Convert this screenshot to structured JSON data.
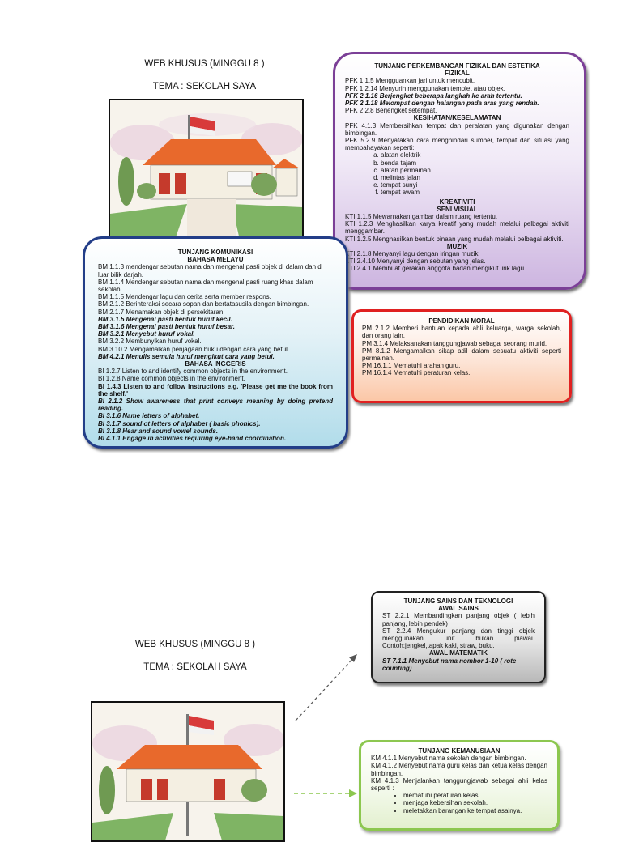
{
  "top": {
    "web_title": "WEB KHUSUS (MINGGU 8 )",
    "tema": "TEMA : SEKOLAH SAYA"
  },
  "bottom": {
    "web_title": "WEB KHUSUS (MINGGU 8 )",
    "tema": "TEMA : SEKOLAH SAYA"
  },
  "fizikal": {
    "heading1": "TUNJANG PERKEMBANGAN FIZIKAL DAN ESTETIKA",
    "heading2": "FIZIKAL",
    "l1": "PFK 1.1.5 Mengguankan jari untuk mencubit.",
    "l2": "PFK 1.2.14 Menyurih menggunakan templet atau objek.",
    "l3": "PFK 2.1.16 Berjengket beberapa langkah ke arah tertentu.",
    "l4": "PFK 2.1.18 Melompat dengan halangan pada aras yang rendah.",
    "l5": "PFK 2.2.8 Berjengket setempat.",
    "sub1": "KESIHATAN/KESELAMATAN",
    "l6": "PFK 4.1.3 Membersihkan tempat dan peralatan yang digunakan dengan bimbingan.",
    "l7": "PFK 5.2.9 Menyatakan cara menghindari sumber, tempat dan situasi yang membahayakan seperti:",
    "list": [
      "alatan elektrik",
      "benda tajam",
      "alatan permainan",
      "melintas jalan",
      "tempat sunyi",
      "tempat awam"
    ],
    "sub2": "KREATIVITI",
    "sub3": "SENI VISUAL",
    "l8": "KTI 1.1.5 Mewarnakan gambar dalam ruang tertentu.",
    "l9": "KTI 1.2.3 Menghasilkan karya kreatif yang mudah melalui pelbagai aktiviti menggambar.",
    "l10": "KTI 1.2.5 Menghasilkan bentuk binaan yang mudah melalui pelbagai aktiviti.",
    "sub4": "MUZIK",
    "l11": "KTI 2.1.8 Menyanyi lagu dengan iringan muzik.",
    "l12": "KTI 2.4.10 Menyanyi dengan sebutan yang jelas.",
    "l13": "KTI 2.4.1 Membuat gerakan anggota badan mengikut lirik lagu."
  },
  "komunikasi": {
    "heading1": "TUNJANG KOMUNIKASI",
    "heading2": "BAHASA MELAYU",
    "l1": "BM 1.1.3 mendengar sebutan nama dan mengenal pasti objek di dalam dan di luar bilik darjah.",
    "l2": "BM 1.1.4 Mendengar sebutan nama dan mengenal pasti ruang khas dalam sekolah.",
    "l3": "BM 1.1.5 Mendengar lagu dan cerita serta member respons.",
    "l4": "BM 2.1.2 Berinteraksi secara sopan dan bertatasusila dengan bimbingan.",
    "l5": "BM 2.1.7 Menamakan objek di persekitaran.",
    "l6": "BM 3.1.5 Mengenal pasti bentuk huruf kecil.",
    "l7": "BM 3.1.6 Mengenal pasti bentuk huruf besar.",
    "l8": "BM 3.2.1 Menyebut huruf vokal.",
    "l9": "BM 3.2.2 Membunyikan huruf vokal.",
    "l10": "BM 3.10.2 Mengamalkan penjagaan buku dengan cara yang betul.",
    "l11": "BM 4.2.1 Menulis semula huruf mengikut cara yang betul.",
    "heading3": "BAHASA INGGERIS",
    "l12": "BI 1.2.7 Listen to and identify common objects in the environment.",
    "l13": "BI 1.2.8 Name common objects in the environment.",
    "l14": "BI 1.4.3 Listen to and follow instructions e.g. 'Please get me the book from the shelf.'",
    "l15": "BI 2.1.2 Show awareness that print conveys meaning by doing pretend reading.",
    "l16": "BI 3.1.6 Name letters of alphabet.",
    "l17": "BI 3.1.7 sound ot letters of alphabet ( basic phonics).",
    "l18": "BI 3.1.8 Hear and sound vowel sounds.",
    "l19": "BI 4.1.1 Engage in activities requiring eye-hand coordination."
  },
  "moral": {
    "heading": "PENDIDIKAN MORAL",
    "l1": "PM 2.1.2 Memberi bantuan kepada ahli keluarga, warga sekolah, dan orang lain.",
    "l2": "PM 3.1.4 Melaksanakan tanggungjawab sebagai seorang murid.",
    "l3": "PM 8.1.2 Mengamalkan sikap adil dalam sesuatu aktiviti seperti permainan.",
    "l4": "PM 16.1.1 Mematuhi arahan guru.",
    "l5": "PM 16.1.4 Mematuhi peraturan kelas."
  },
  "sains": {
    "heading1": "TUNJANG SAINS DAN TEKNOLOGI",
    "heading2": "AWAL SAINS",
    "l1": "ST 2.2.1 Membandingkan panjang objek ( lebih panjang, lebih pendek)",
    "l2": "ST 2.2.4 Mengukur panjang dan tinggi objek menggunakan unit bukan piawai. Contoh:jengkel,tapak kaki, straw, buku.",
    "heading3": "AWAL MATEMATIK",
    "l3": "ST 7.1.1 Menyebut nama nombor 1-10 ( rote counting)"
  },
  "kemanusiaan": {
    "heading": "TUNJANG KEMANUSIAAN",
    "l1": "KM 4.1.1 Menyebut nama sekolah dengan bimbingan.",
    "l2": "KM 4.1.2 Menyebut nama guru kelas dan ketua kelas dengan bimbingan.",
    "l3": "KM 4.1.3 Menjalankan tanggungjawab sebagai ahli kelas seperti :",
    "list": [
      "mematuhi peraturan kelas.",
      "menjaga kebersihan sekolah.",
      "meletakkan barangan ke tempat asalnya."
    ]
  },
  "colors": {
    "fizikal_border": "#7b3f97",
    "komunikasi_border": "#233e88",
    "moral_border": "#e02121",
    "sains_border": "#222222",
    "kemanusiaan_border": "#8cc74f",
    "roof": "#e8692c",
    "flag_red": "#d83a3a"
  }
}
